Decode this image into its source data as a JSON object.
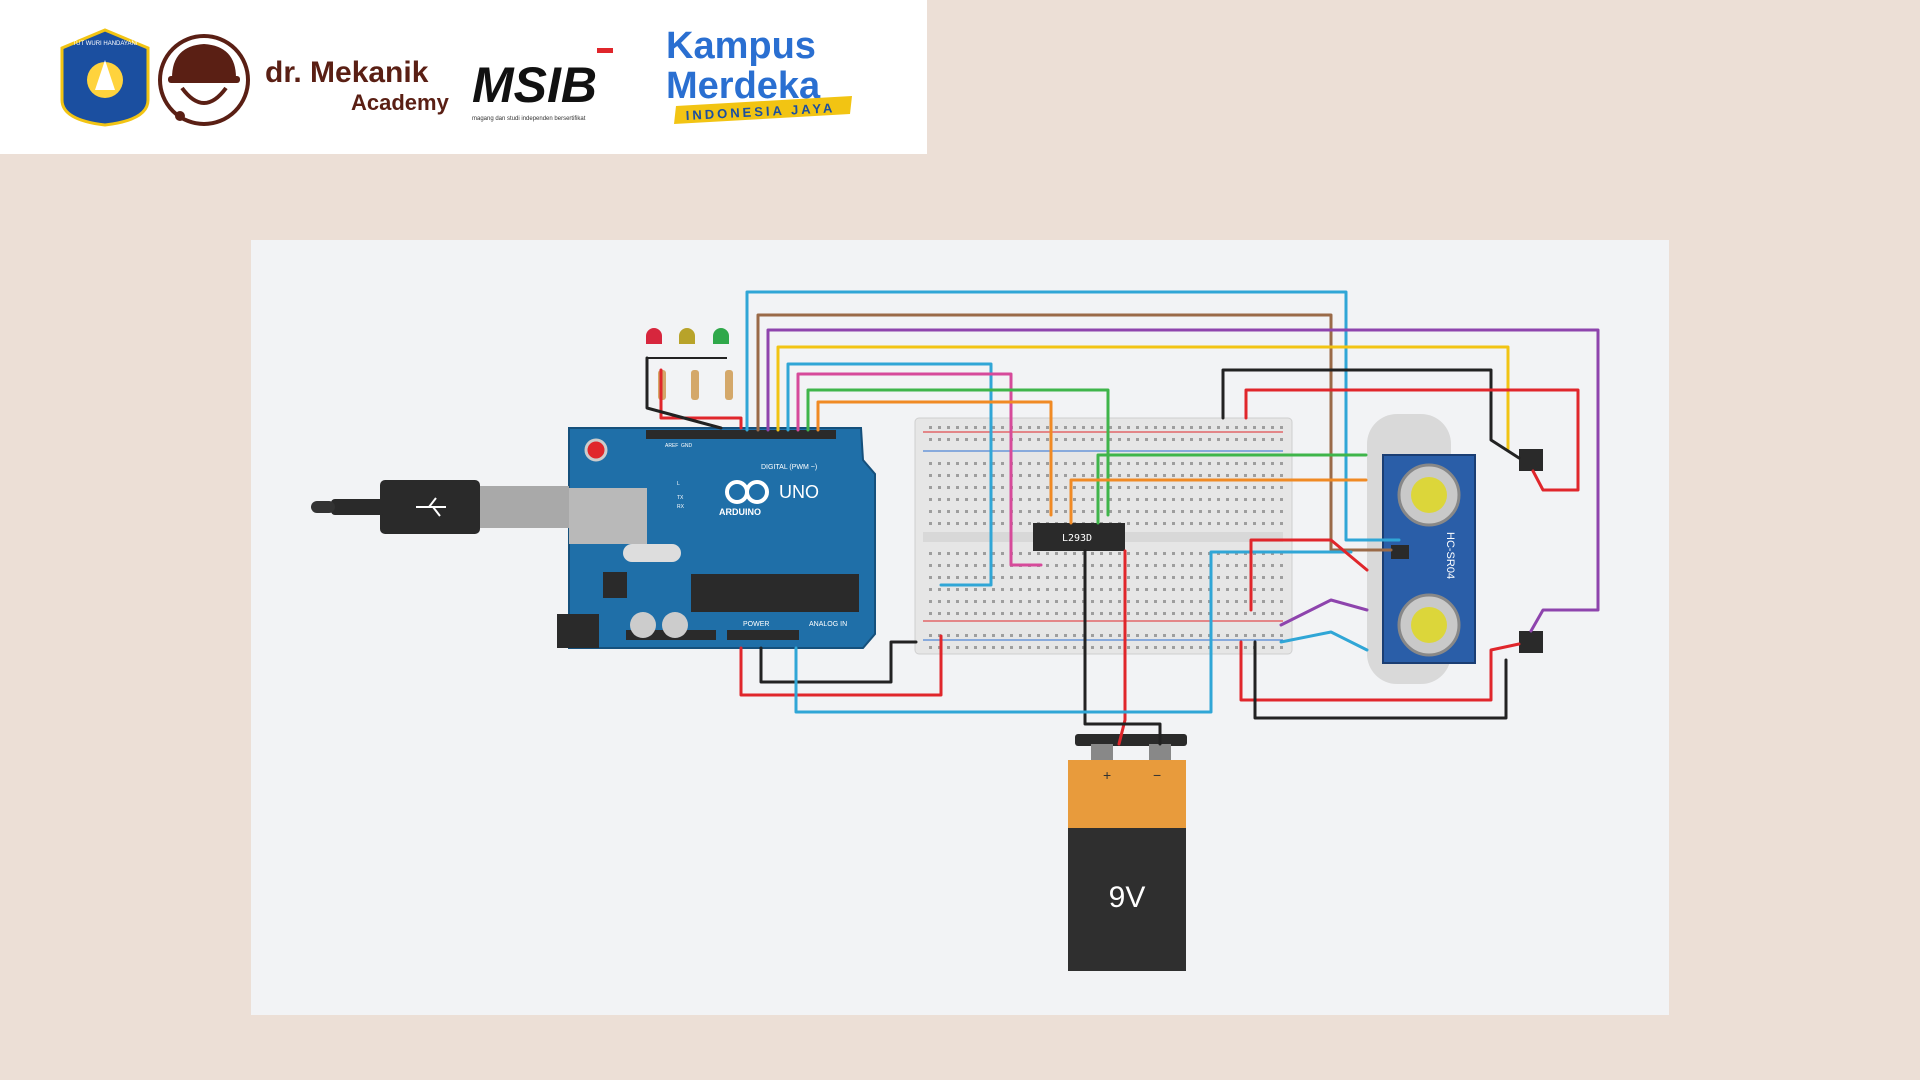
{
  "header": {
    "tutwuri_text": "TUT WURI HANDAYANI",
    "dr_mekanik_line1": "dr. Mekanik",
    "dr_mekanik_line2": "Academy",
    "msib_logo": "MSIB",
    "msib_tagline": "magang dan studi independen bersertifikat",
    "kampus_line1": "Kampus",
    "kampus_line2": "Merdeka",
    "kampus_ribbon": "INDONESIA JAYA"
  },
  "circuit": {
    "arduino": {
      "brand": "ARDUINO",
      "model": "UNO",
      "digital_label": "DIGITAL (PWM ~)",
      "power_label": "POWER",
      "analog_label": "ANALOG IN",
      "aref": "AREF",
      "gnd": "GND",
      "tx": "TX",
      "rx": "RX",
      "l": "L"
    },
    "motor_driver": {
      "label": "L293D"
    },
    "sensor": {
      "label": "HC-SR04"
    },
    "battery": {
      "label": "9V",
      "plus": "+",
      "minus": "−"
    }
  },
  "colors": {
    "background": "#ecdfd6",
    "arduino_blue": "#1f6fa8",
    "wire_red": "#e0262b",
    "wire_black": "#222222",
    "wire_blue": "#30a6d6",
    "wire_purple": "#8e44ad",
    "wire_yellow": "#f2c413",
    "wire_green": "#3fb54a",
    "wire_orange": "#f08a24",
    "wire_pink": "#d64a9a",
    "wire_brown": "#9a6a48",
    "battery_orange": "#e89b3c"
  }
}
